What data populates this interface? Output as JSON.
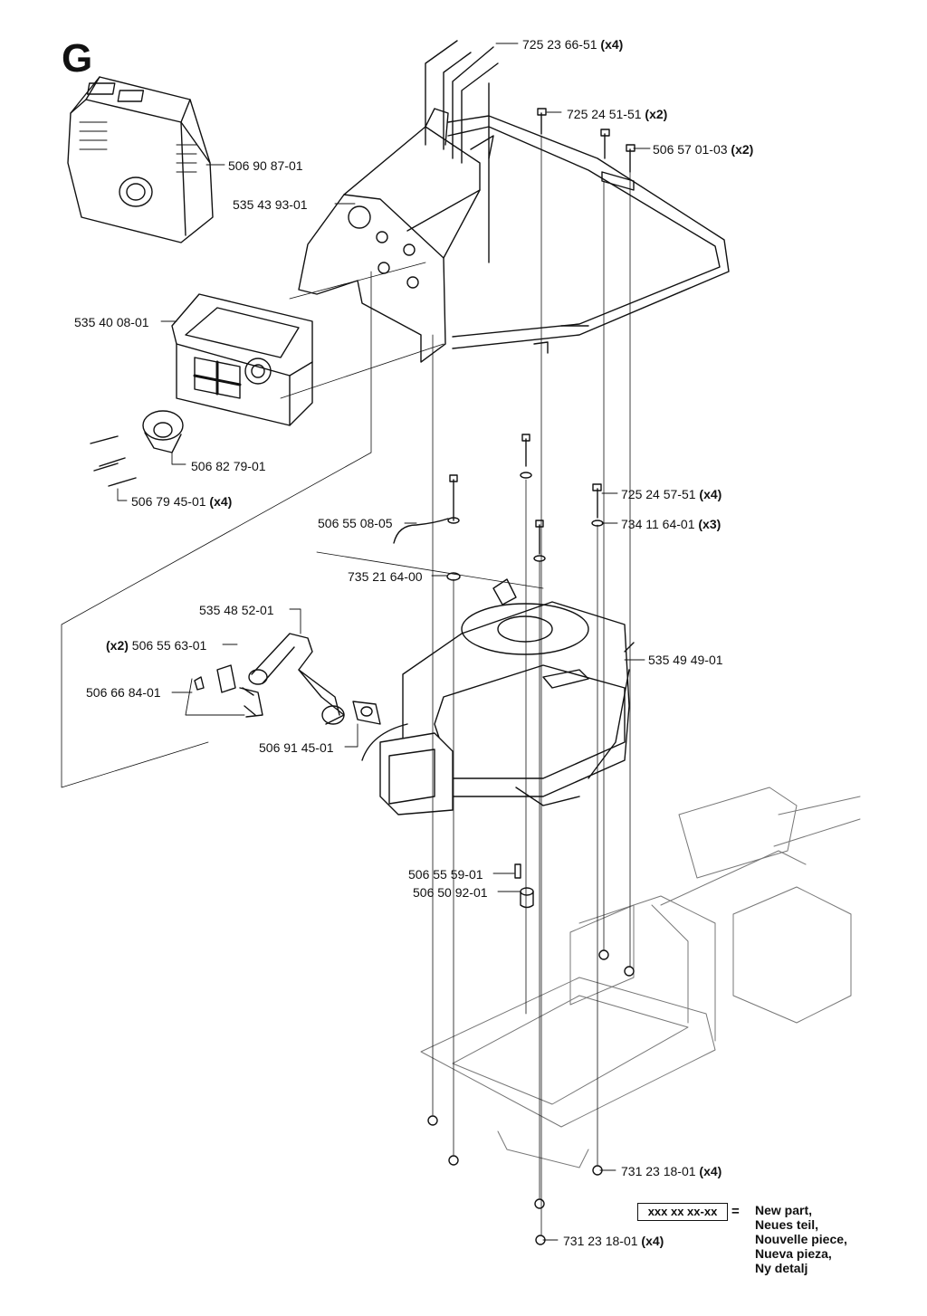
{
  "section": "G",
  "labels": [
    {
      "id": "725-23-66-51",
      "part": "725 23 66-51",
      "qty": "(x4)"
    },
    {
      "id": "725-24-51-51",
      "part": "725 24 51-51",
      "qty": "(x2)"
    },
    {
      "id": "506-57-01-03",
      "part": "506 57 01-03",
      "qty": "(x2)"
    },
    {
      "id": "506-90-87-01",
      "part": "506 90 87-01",
      "qty": ""
    },
    {
      "id": "535-43-93-01",
      "part": "535 43 93-01",
      "qty": ""
    },
    {
      "id": "535-40-08-01",
      "part": "535 40 08-01",
      "qty": ""
    },
    {
      "id": "506-82-79-01",
      "part": "506 82 79-01",
      "qty": ""
    },
    {
      "id": "506-79-45-01",
      "part": "506 79 45-01",
      "qty": "(x4)"
    },
    {
      "id": "725-24-57-51",
      "part": "725 24 57-51",
      "qty": "(x4)"
    },
    {
      "id": "734-11-64-01",
      "part": "734 11 64-01",
      "qty": "(x3)"
    },
    {
      "id": "506-55-08-05",
      "part": "506 55 08-05",
      "qty": ""
    },
    {
      "id": "735-21-64-00",
      "part": "735 21 64-00",
      "qty": ""
    },
    {
      "id": "535-48-52-01",
      "part": "535 48 52-01",
      "qty": ""
    },
    {
      "id": "506-55-63-01",
      "part": "506 55 63-01",
      "qty": "(x2)"
    },
    {
      "id": "535-49-49-01",
      "part": "535 49 49-01",
      "qty": ""
    },
    {
      "id": "506-66-84-01",
      "part": "506 66 84-01",
      "qty": ""
    },
    {
      "id": "506-91-45-01",
      "part": "506 91 45-01",
      "qty": ""
    },
    {
      "id": "506-55-59-01",
      "part": "506 55 59-01",
      "qty": ""
    },
    {
      "id": "506-50-92-01",
      "part": "506 50 92-01",
      "qty": ""
    },
    {
      "id": "731-23-18-01-a",
      "part": "731 23 18-01",
      "qty": "(x4)"
    },
    {
      "id": "731-23-18-01-b",
      "part": "731 23 18-01",
      "qty": "(x4)"
    }
  ],
  "legend": {
    "box": "xxx xx xx-xx",
    "equals": "=",
    "lines": [
      "New part,",
      "Neues teil,",
      "Nouvelle piece,",
      "Nueva pieza,",
      "Ny detalj"
    ]
  }
}
